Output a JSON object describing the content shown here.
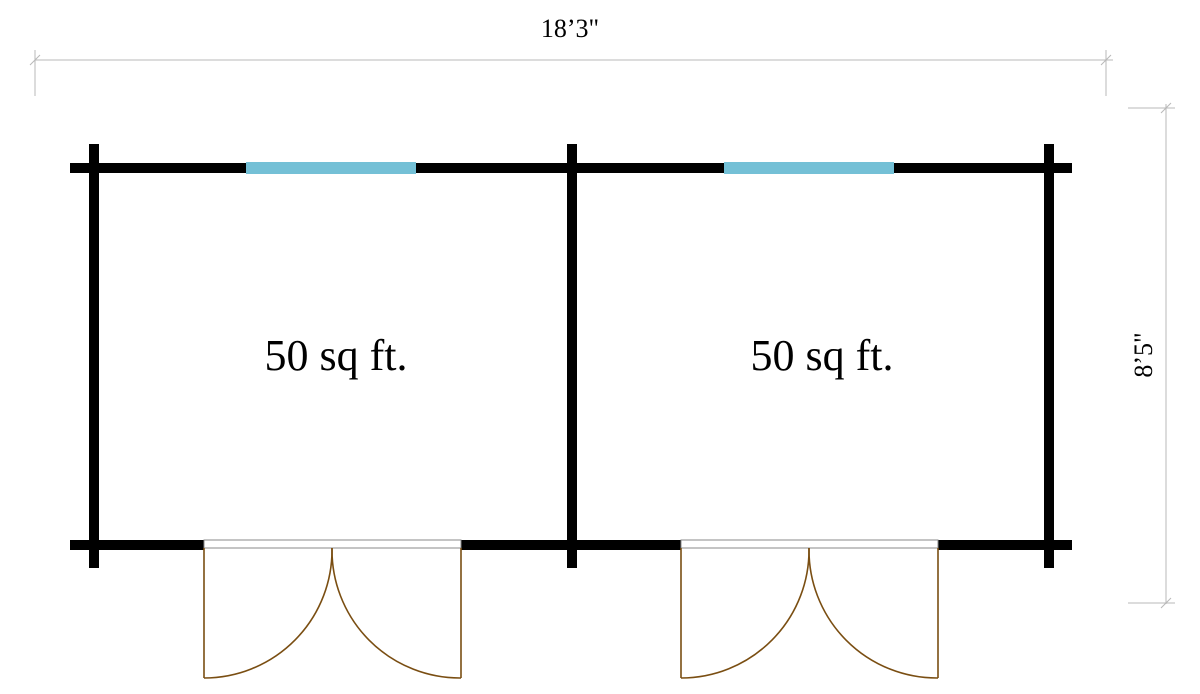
{
  "dimensions": {
    "width_label": "18’3\"",
    "depth_label": "8’5\""
  },
  "rooms": [
    {
      "area_label": "50 sq ft."
    },
    {
      "area_label": "50 sq ft."
    }
  ],
  "colors": {
    "wall": "#000000",
    "window": "#74c0d6",
    "door": "#7a4e12",
    "dimension_line": "#b8b8b8",
    "threshold": "#888888"
  }
}
